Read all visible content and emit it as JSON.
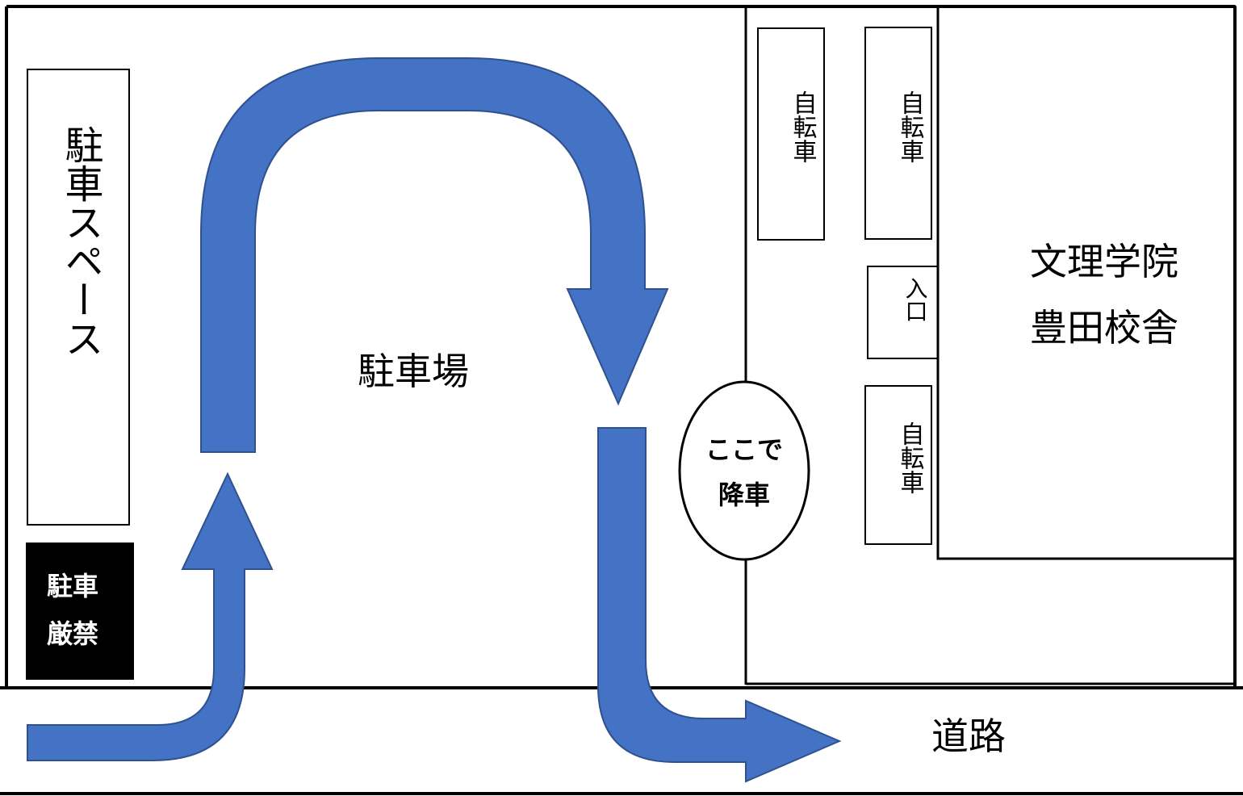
{
  "colors": {
    "arrow_fill": "#4472c4",
    "arrow_stroke": "#2f528f",
    "line": "#000000",
    "no_parking_bg": "#000000"
  },
  "labels": {
    "parking_space": "駐車スペース",
    "parking_lot": "駐車場",
    "no_parking_line1": "駐車",
    "no_parking_line2": "厳禁",
    "bicycle": "自転車",
    "entrance": "入口",
    "building_line1": "文理学院",
    "building_line2": "豊田校舎",
    "dropoff_line1": "ここで",
    "dropoff_line2": "降車",
    "road": "道路"
  }
}
